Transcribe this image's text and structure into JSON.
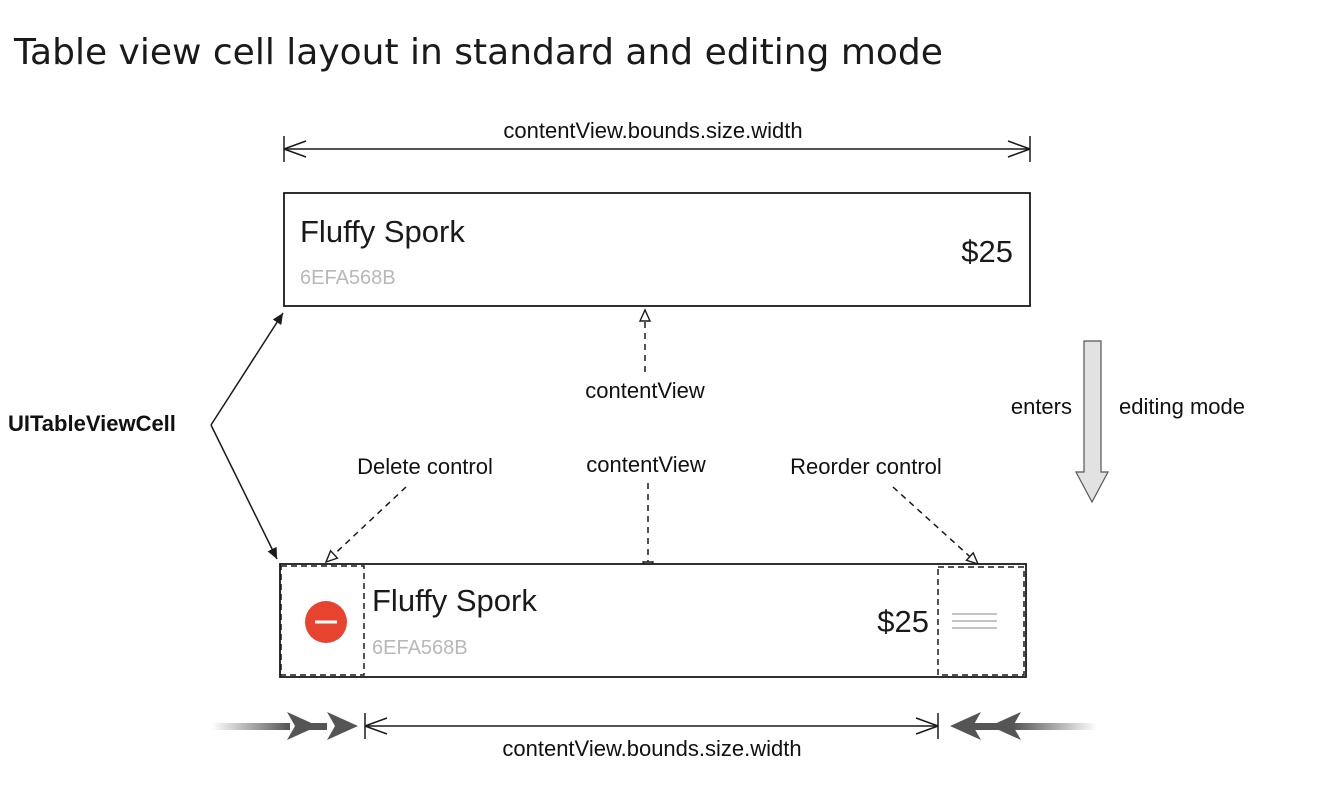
{
  "title": "Table view cell layout in standard and editing mode",
  "labels": {
    "width_top": "contentView.bounds.size.width",
    "width_bottom": "contentView.bounds.size.width",
    "content_view_top": "contentView",
    "content_view_bottom": "contentView",
    "delete_control": "Delete control",
    "reorder_control": "Reorder control",
    "table_view_cell": "UITableViewCell",
    "enters": "enters",
    "editing_mode": "editing mode"
  },
  "standard_cell": {
    "title": "Fluffy Spork",
    "subtitle": "6EFA568B",
    "price": "$25"
  },
  "editing_cell": {
    "title": "Fluffy Spork",
    "subtitle": "6EFA568B",
    "price": "$25"
  },
  "colors": {
    "delete_button": "#e8432e",
    "stroke": "#1a1a1a",
    "subtitle": "#b8b8b8",
    "transition_arrow": "#e2e2e2"
  },
  "icons": {
    "delete": "minus-circle-icon",
    "reorder": "reorder-grip-icon"
  }
}
